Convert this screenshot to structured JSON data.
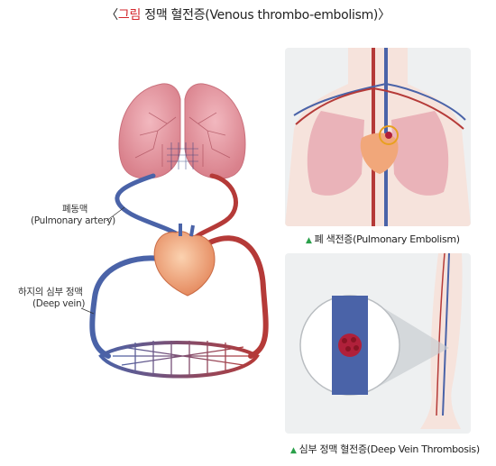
{
  "title": {
    "bracket_open": "〈",
    "highlight": "그림",
    "rest": " 정맥 혈전증(Venous thrombo-embolism)",
    "bracket_close": "〉"
  },
  "labels": {
    "pulmonary_artery_ko": "폐동맥",
    "pulmonary_artery_en": "(Pulmonary artery)",
    "deep_vein_ko": "하지의 심부 정맥",
    "deep_vein_en": "(Deep vein)"
  },
  "captions": {
    "pe": "폐 색전증(Pulmonary Embolism)",
    "dvt": "심부 정맥 혈전증(Deep Vein Thrombosis)"
  },
  "colors": {
    "vein": "#4a63a8",
    "artery": "#b53a38",
    "lung": "#e49aa3",
    "caption_marker": "#2aa04a",
    "title_accent": "#d3262b"
  }
}
